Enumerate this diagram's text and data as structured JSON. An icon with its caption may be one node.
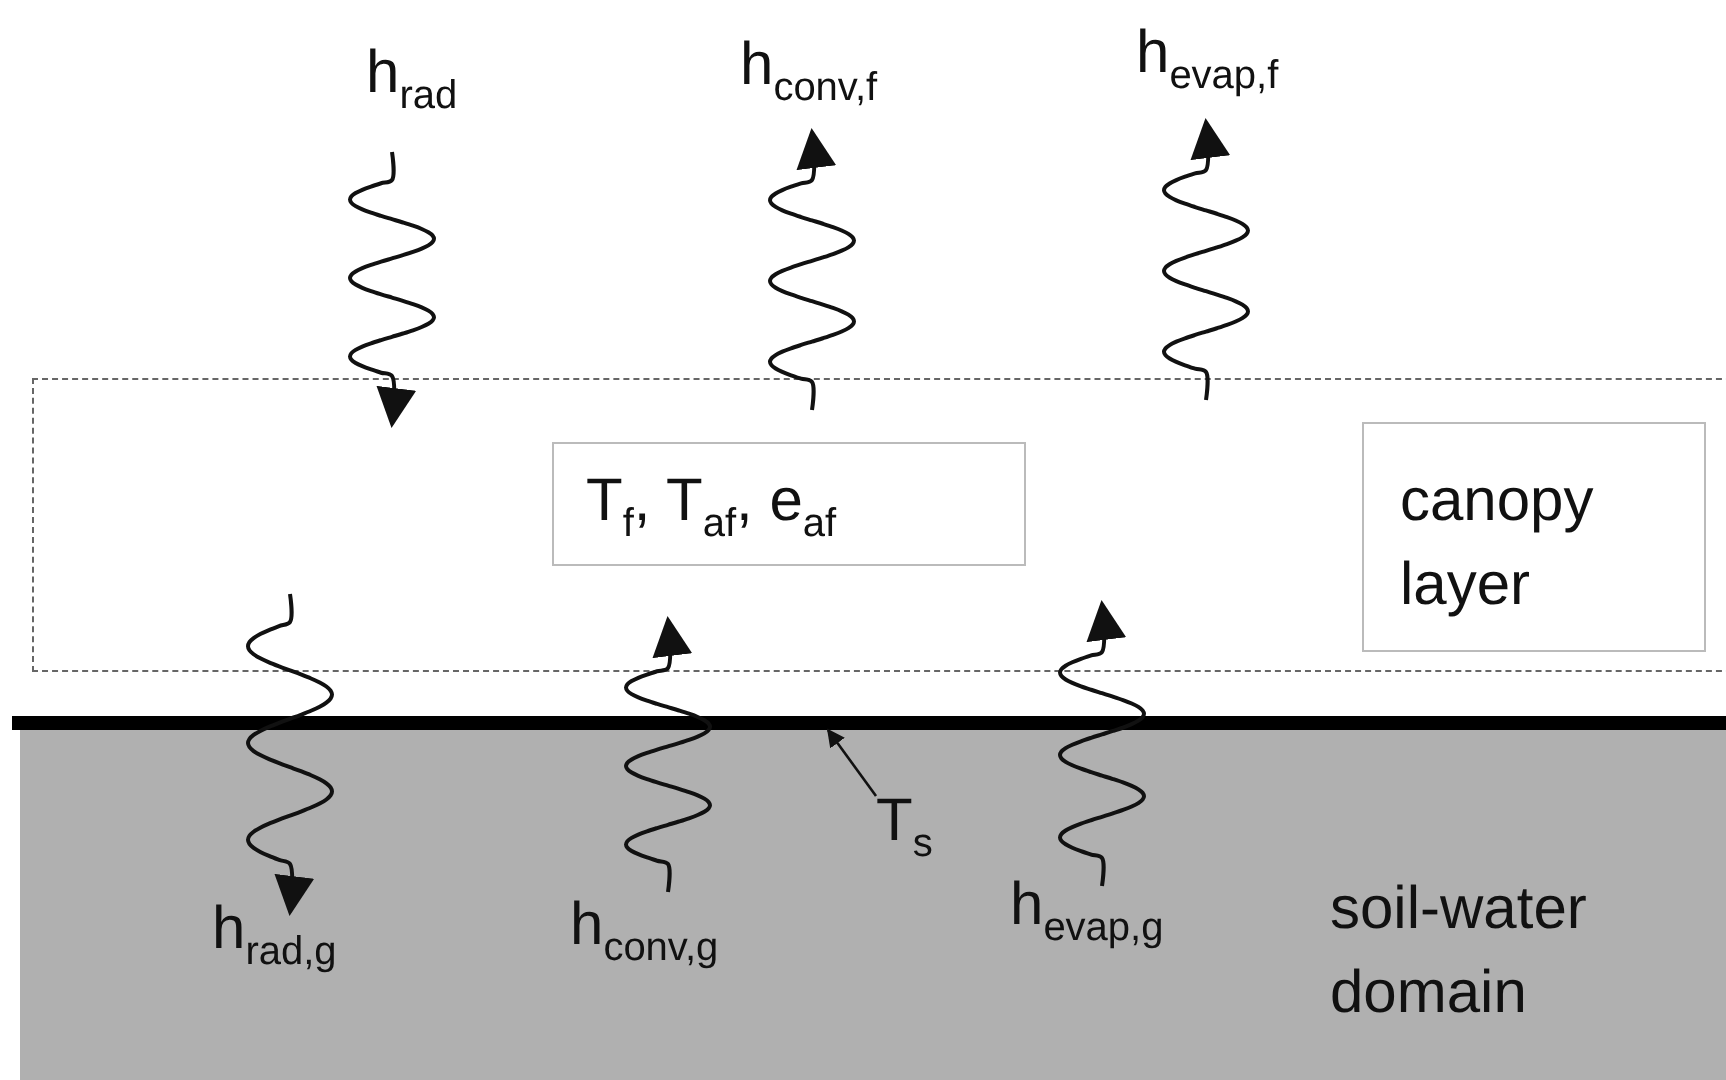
{
  "diagram": {
    "nodes": [
      {
        "text": [],
        "shape": "box"
      },
      {
        "text": [
          "T$_{f}$, T$_{af}$, e$_{af}$"
        ],
        "in": 0
      },
      {
        "text": [
          "canopy layer"
        ],
        "in": 0
      },
      {
        "text": [
          "soil-water domain"
        ]
      },
      {
        "text": [],
        "shape": "bar"
      },
      {
        "text": [
          "T$_{s}$"
        ],
        "in": 3
      }
    ],
    "edges": [
      {
        "from": 5,
        "to": 4,
        "arrow": "to"
      }
    ],
    "labels": [
      "h$_{rad}$",
      "h$_{conv,f}$",
      "h$_{evap,f}$",
      "h$_{rad,g}$",
      "h$_{conv,g}$",
      "h$_{evap,g}$"
    ]
  }
}
